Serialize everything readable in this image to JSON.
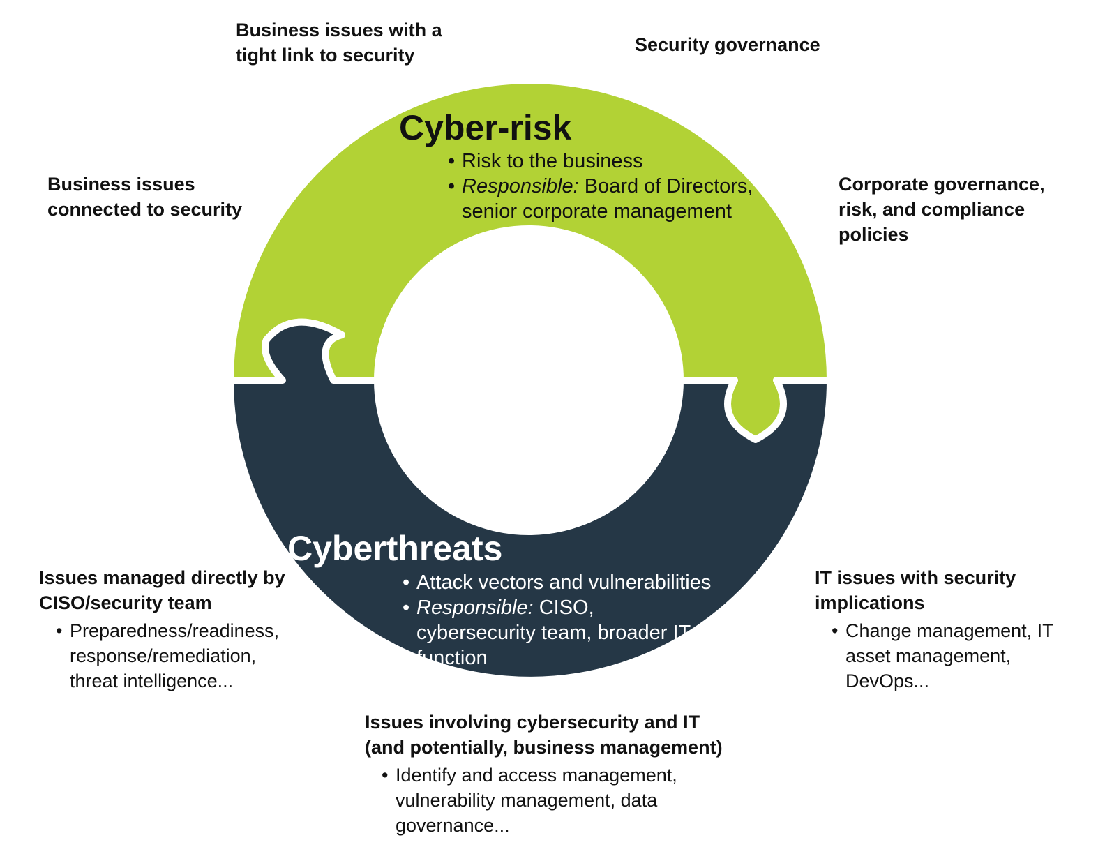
{
  "colors": {
    "cyber_risk": "#b2d235",
    "cyberthreats": "#253746",
    "background": "#ffffff"
  },
  "cyber_risk": {
    "title": "Cyber-risk",
    "bullet1": "Risk to the business",
    "bullet2_prefix": "Responsible:",
    "bullet2_text": " Board of Directors, senior corporate management"
  },
  "cyberthreats": {
    "title": "Cyberthreats",
    "bullet1": "Attack vectors and vulnerabilities",
    "bullet2_prefix": "Responsible:",
    "bullet2_text": " CISO, cybersecurity team, broader IT function"
  },
  "labels": {
    "business_tight_link": "Business issues with a tight link to security",
    "security_governance": "Security governance",
    "business_connected": "Business issues connected to security",
    "corporate_governance": "Corporate governance, risk, and compliance policies",
    "ciso_heading": "Issues managed directly by CISO/security team",
    "ciso_bullet": "Preparedness/readiness, response/remediation, threat intelligence...",
    "it_heading": "IT issues with security implications",
    "it_bullet": "Change management, IT asset management, DevOps...",
    "cyber_it_heading": "Issues involving cybersecurity and IT (and potentially, business management)",
    "cyber_it_bullet": "Identify and access management, vulnerability management, data governance..."
  }
}
